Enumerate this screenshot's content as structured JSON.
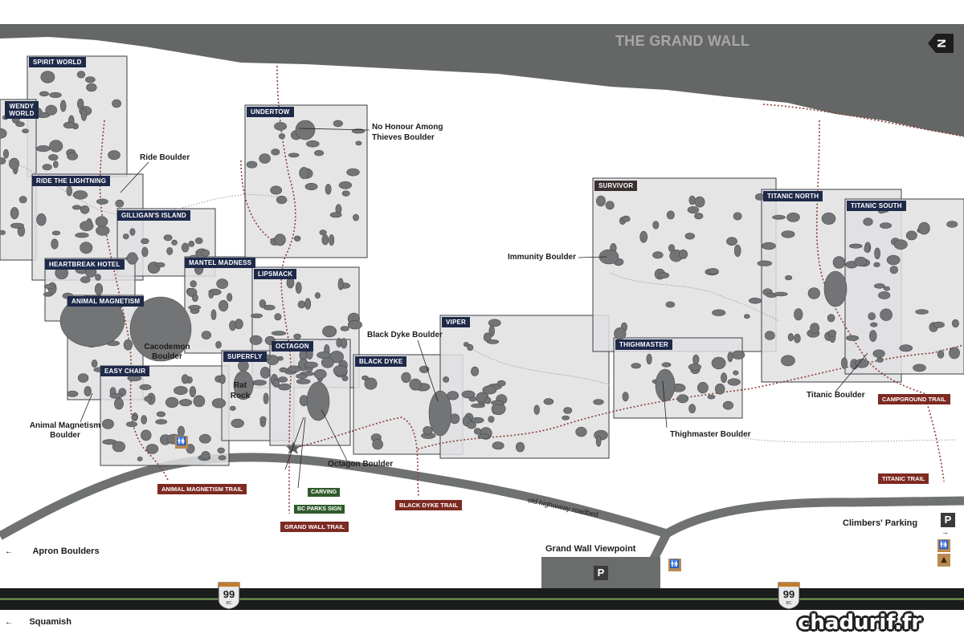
{
  "map": {
    "title": "THE GRAND WALL",
    "north_icon": "north-arrow-icon",
    "areas": [
      {
        "key": "spirit_world",
        "label": "SPIRIT WORLD"
      },
      {
        "key": "wendy_world",
        "label": "WENDY WORLD"
      },
      {
        "key": "ride_the_lightning",
        "label": "RIDE THE LIGHTNING"
      },
      {
        "key": "gilligans_island",
        "label": "GILLIGAN'S ISLAND"
      },
      {
        "key": "heartbreak_hotel",
        "label": "HEARTBREAK HOTEL"
      },
      {
        "key": "mantel_madness",
        "label": "MANTEL MADNESS"
      },
      {
        "key": "animal_magnetism",
        "label": "ANIMAL MAGNETISM"
      },
      {
        "key": "easy_chair",
        "label": "EASY CHAIR"
      },
      {
        "key": "undertow",
        "label": "UNDERTOW"
      },
      {
        "key": "lipsmack",
        "label": "LIPSMACK"
      },
      {
        "key": "superfly",
        "label": "SUPERFLY"
      },
      {
        "key": "octagon",
        "label": "OCTAGON"
      },
      {
        "key": "black_dyke",
        "label": "BLACK DYKE"
      },
      {
        "key": "viper",
        "label": "VIPER"
      },
      {
        "key": "survivor",
        "label": "SURVIVOR"
      },
      {
        "key": "thighmaster",
        "label": "THIGHMASTER"
      },
      {
        "key": "titanic_north",
        "label": "TITANIC NORTH"
      },
      {
        "key": "titanic_south",
        "label": "TITANIC SOUTH"
      }
    ],
    "boulders": {
      "ride": "Ride Boulder",
      "no_honour_1": "No Honour Among",
      "no_honour_2": "Thieves Boulder",
      "immunity": "Immunity Boulder",
      "black_dyke": "Black Dyke Boulder",
      "cacodemon_1": "Cacodemon",
      "cacodemon_2": "Boulder",
      "rat_rock_1": "Rat",
      "rat_rock_2": "Rock",
      "animal_magnetism_1": "Animal Magnetism",
      "animal_magnetism_2": "Boulder",
      "octagon": "Octagon Boulder",
      "titanic": "Titanic Boulder",
      "thighmaster": "Thighmaster Boulder"
    },
    "trails": {
      "animal_magnetism": "ANIMAL MAGNETISM TRAIL",
      "grand_wall": "GRAND WALL TRAIL",
      "black_dyke": "BLACK DYKE TRAIL",
      "campground": "CAMPGROUND TRAIL",
      "titanic": "TITANIC TRAIL"
    },
    "signs": {
      "carving": "CARVING",
      "bc_parks": "BC PARKS SIGN"
    },
    "places": {
      "old_highway": "old highwway roadbed",
      "viewpoint": "Grand Wall Viewpoint",
      "climbers_parking": "Climbers' Parking",
      "apron_boulders": "Apron Boulders",
      "squamish": "Squamish"
    },
    "parking_symbol": "P",
    "highway": {
      "number": "99",
      "province": "BC"
    },
    "watermark": "chadurif.fr",
    "colors": {
      "wall": "#656767",
      "area_fill": "#e0e1e2",
      "boulder": "#727476",
      "label_bg": "#1f2a4a",
      "trail_red": "#7d2a22",
      "road": "#6f7271",
      "highway": "#1b1d1c",
      "highway_stripe": "#7fa45a"
    }
  }
}
